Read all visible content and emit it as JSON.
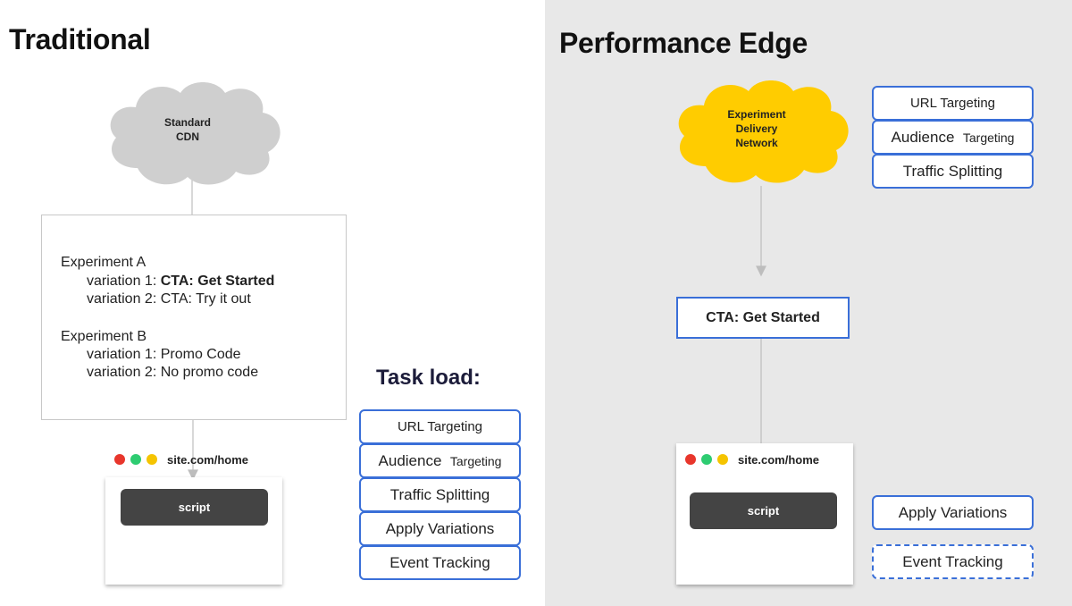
{
  "colors": {
    "cloud_standard": "#cfcfcf",
    "cloud_edge": "#ffcc00",
    "task_border": "#3a6fd8",
    "dot_red": "#e8362c",
    "dot_green": "#2ecc71",
    "dot_yellow": "#f5c400",
    "script_bg": "#444444"
  },
  "traditional": {
    "heading": "Traditional",
    "cloud_line1": "Standard",
    "cloud_line2": "CDN",
    "experiment_a": "Experiment A",
    "a_var1_prefix": "variation 1:",
    "a_var1_value": "CTA: Get Started",
    "a_var2": "variation 2: CTA: Try it out",
    "experiment_b": "Experiment B",
    "b_var1": "variation 1: Promo Code",
    "b_var2": "variation 2: No promo code",
    "url": "site.com/home",
    "script_label": "script",
    "task_load_title": "Task load:",
    "tasks": {
      "url_targeting": "URL Targeting",
      "audience_word": "Audience",
      "audience_small": "Targeting",
      "traffic_splitting": "Traffic Splitting",
      "apply_variations": "Apply Variations",
      "event_tracking": "Event Tracking"
    }
  },
  "edge": {
    "heading": "Performance Edge",
    "cloud_line1": "Experiment",
    "cloud_line2": "Delivery",
    "cloud_line3": "Network",
    "cta": "CTA: Get Started",
    "url": "site.com/home",
    "script_label": "script",
    "tasks": {
      "url_targeting": "URL Targeting",
      "audience_word": "Audience",
      "audience_small": "Targeting",
      "traffic_splitting": "Traffic Splitting",
      "apply_variations": "Apply Variations",
      "event_tracking": "Event Tracking"
    }
  }
}
